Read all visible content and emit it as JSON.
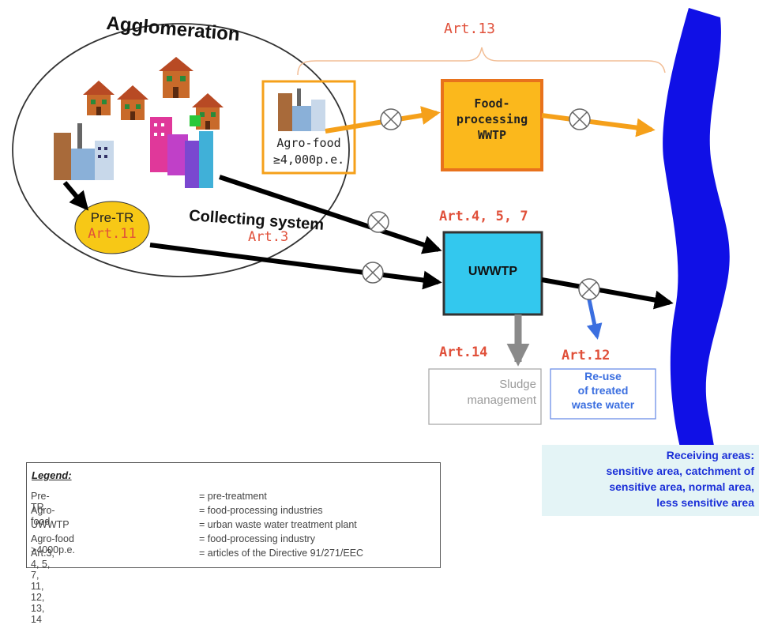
{
  "title": "Agglomeration",
  "collecting_system": "Collecting system",
  "nodes": {
    "pretr": {
      "label": "Pre-TR",
      "art": "Art.11"
    },
    "agrofood": {
      "line1": "Agro-food",
      "line2": "≥4,000p.e."
    },
    "food_wwtp": {
      "line1": "Food-",
      "line2": "processing",
      "line3": "WWTP"
    },
    "uwwtp": {
      "label": "UWWTP"
    },
    "sludge": {
      "line1": "Sludge",
      "line2": "management"
    },
    "reuse": {
      "line1": "Re-use",
      "line2": "of treated",
      "line3": "waste water"
    }
  },
  "articles": {
    "art3": "Art.3",
    "art13": "Art.13",
    "art457": "Art.4, 5, 7",
    "art14": "Art.14",
    "art12": "Art.12"
  },
  "receiving": {
    "line1": "Receiving areas:",
    "line2": "sensitive area, catchment of",
    "line3": "sensitive area, normal area,",
    "line4": "less sensitive area"
  },
  "legend": {
    "title": "Legend:",
    "rows": [
      {
        "term": "Pre-TR",
        "def": "= pre-treatment"
      },
      {
        "term": "Agro-food",
        "def": "= food-processing industries"
      },
      {
        "term": "UWWTP",
        "def": "= urban waste water treatment plant"
      },
      {
        "term": "Agro-food >4000p.e.",
        "def": "= food-processing industry"
      },
      {
        "term": "Art.3, 4, 5, 7, 11, 12, 13, 14",
        "def": "= articles of the Directive 91/271/EEC"
      }
    ]
  },
  "colors": {
    "orange": "#f5a01a",
    "orange_dark": "#e8721c",
    "uwwtp_fill": "#33c8ee",
    "river": "#1010e6",
    "art_red": "#e0503a",
    "reuse_blue": "#3b6fe0",
    "yellow": "#f7c816"
  }
}
